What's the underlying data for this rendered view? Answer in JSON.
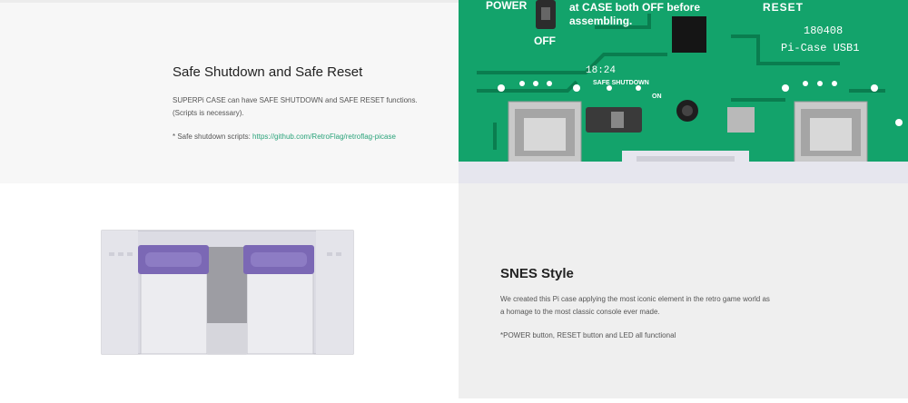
{
  "section_shutdown": {
    "title": "Safe Shutdown and Safe Reset",
    "description": "SUPERPi CASE can have SAFE SHUTDOWN and SAFE RESET functions. (Scripts is necessary).",
    "note_prefix": "* Safe shutdown scripts: ",
    "scripts_link": "https://github.com/RetroFlag/retroflag-picase",
    "colors": {
      "link": "#2aa37a",
      "panel": "#f7f7f7"
    }
  },
  "pcb_photo": {
    "power_label": "POWER",
    "off_label": "OFF",
    "warning_line1": "at CASE both OFF before",
    "warning_line2": "assembling.",
    "reset_label": "RESET",
    "board_code": "180408",
    "board_name": "Pi-Case USB1",
    "date_mark": "18:24",
    "safe_shutdown_label": "SAFE SHUTDOWN",
    "on_label": "ON",
    "colors": {
      "board": "#13a36b",
      "trace": "#0a7d4f"
    }
  },
  "section_style": {
    "title": "SNES Style",
    "description": "We created this Pi case applying the most iconic element in the retro game world as a homage to the most classic console ever made.",
    "note": "*POWER button, RESET button and LED all functional",
    "colors": {
      "panel": "#efefef",
      "case_gray": "#dcdce4",
      "button_purple": "#7b68b5"
    }
  }
}
